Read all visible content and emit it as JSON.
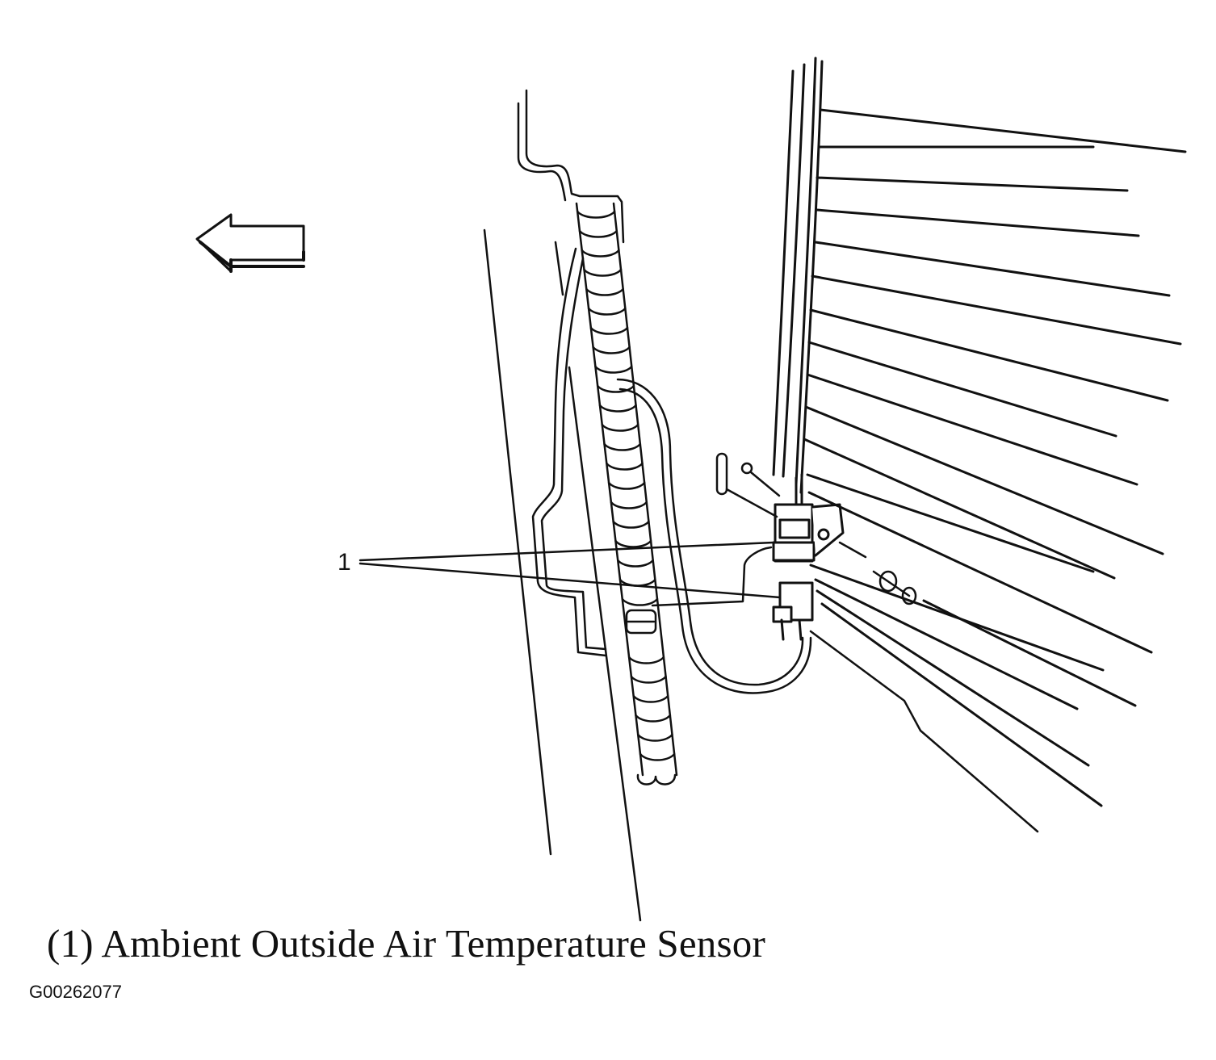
{
  "diagram": {
    "callout_number": "1",
    "caption": "(1) Ambient Outside Air Temperature Sensor",
    "figure_id": "G00262077",
    "icons": [
      "direction-arrow-icon"
    ]
  }
}
